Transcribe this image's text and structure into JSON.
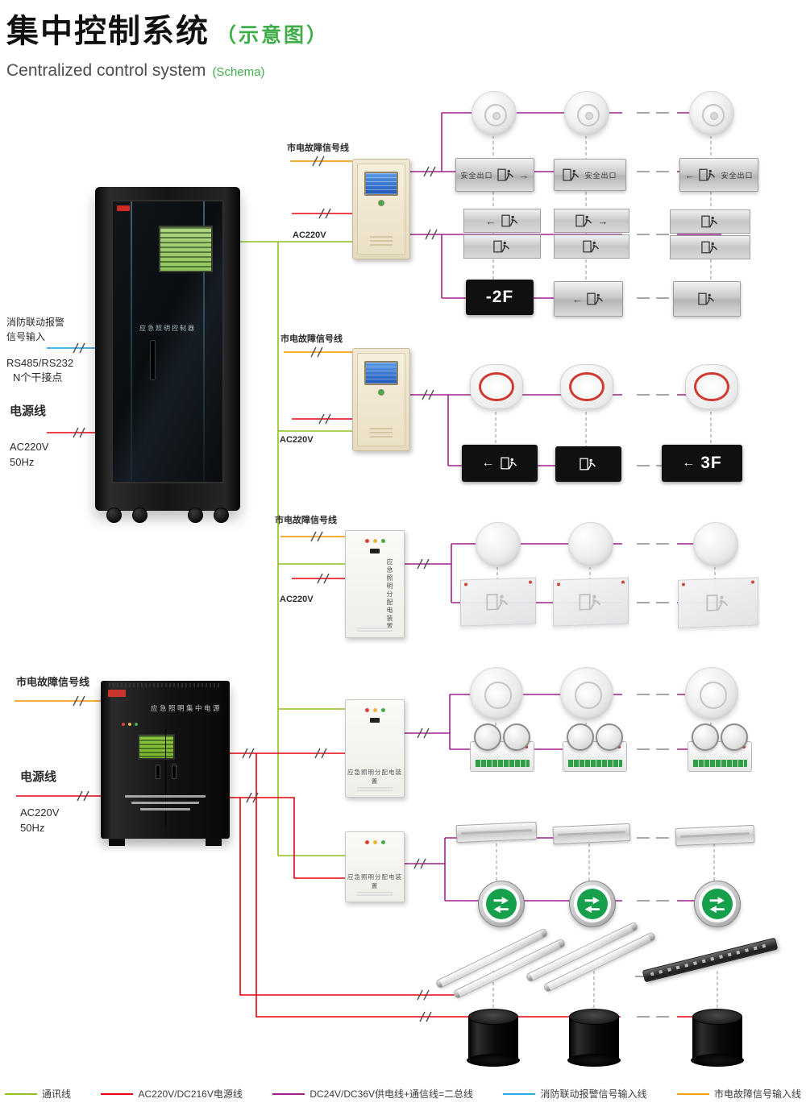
{
  "colors": {
    "comm": "#8dc21f",
    "power": "#e60012",
    "bus": "#a0208f",
    "fire": "#29abe2",
    "fault": "#f6a01a",
    "title_green": "#3fae49"
  },
  "header": {
    "title_cn": "集中控制系统",
    "title_cn_note": "（示意图）",
    "title_en": "Centralized control system",
    "title_en_note": "(Schema)"
  },
  "labels": {
    "mains_fault": "市电故障信号线",
    "power_line": "电源线",
    "ac220v": "AC220V",
    "hz50": "50Hz",
    "fire_1": "消防联动报警",
    "fire_2": "信号输入",
    "rs485": "RS485/RS232",
    "dry_contact": "N个干接点"
  },
  "rack": {
    "name": "应急照明控制器"
  },
  "cabinet": {
    "name": "应急照明集中电源"
  },
  "dist_box": {
    "name": "应急照明分配电装置"
  },
  "signs": {
    "exit": "安全出口",
    "floor_b2": "-2F",
    "floor_3f": "3F",
    "arrow_left": "←",
    "arrow_right": "→"
  },
  "legend": {
    "items": [
      {
        "label": "通讯线",
        "color": "#8dc21f"
      },
      {
        "label": "AC220V/DC216V电源线",
        "color": "#e60012"
      },
      {
        "label": "DC24V/DC36V供电线+通信线=二总线",
        "color": "#a0208f"
      },
      {
        "label": "消防联动报警信号输入线",
        "color": "#29abe2"
      },
      {
        "label": "市电故障信号输入线",
        "color": "#f6a01a"
      }
    ]
  }
}
